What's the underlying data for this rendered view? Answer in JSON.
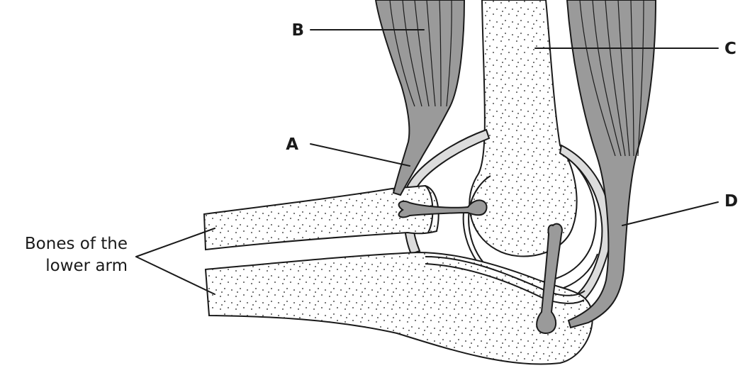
{
  "labels": {
    "a": "A",
    "b": "B",
    "c": "C",
    "d": "D",
    "bones_line1": "Bones of the",
    "bones_line2": "lower arm"
  },
  "colors": {
    "muscle": "#9a9a9a",
    "cartilage": "#dcdcdc",
    "ink": "#1a1a1a",
    "background": "#ffffff"
  }
}
